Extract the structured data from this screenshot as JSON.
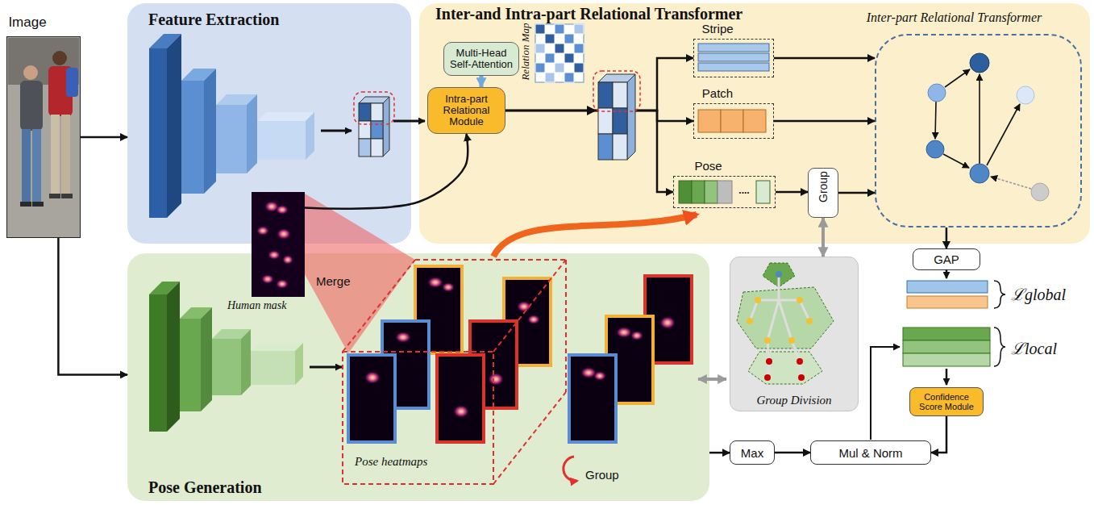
{
  "diagram": {
    "nodes": [
      {
        "text": [
          "Image"
        ]
      },
      {
        "text": [
          "Feature Extraction"
        ]
      },
      {
        "text": [
          "Inter-and Intra-part Relational Transformer"
        ]
      },
      {
        "text": [
          "Multi-Head Self-Attention"
        ],
        "in": 2
      },
      {
        "text": [
          "Intra-part Relational Module"
        ],
        "in": 2
      },
      {
        "text": [
          "Stripe"
        ],
        "in": 2
      },
      {
        "text": [
          "Patch"
        ],
        "in": 2
      },
      {
        "text": [
          "Pose",
          "...."
        ],
        "in": 2
      },
      {
        "text": [
          "Group"
        ],
        "in": 2
      },
      {
        "text": [
          "Inter-part Relational Transformer"
        ],
        "in": 2
      },
      {
        "text": [
          "Pose Generation"
        ]
      },
      {
        "text": [
          "Human mask"
        ]
      },
      {
        "text": [
          "Group Division"
        ]
      },
      {
        "text": [
          "GAP"
        ]
      },
      {
        "text": [
          "Confidence Score Module"
        ]
      },
      {
        "text": [
          "Max"
        ]
      },
      {
        "text": [
          "Mul & Norm"
        ]
      }
    ],
    "edges": [
      {
        "from": 0,
        "to": 1,
        "arrow": "to"
      },
      {
        "from": 0,
        "to": 10,
        "arrow": "to"
      },
      {
        "from": 11,
        "to": 4,
        "arrow": "to"
      },
      {
        "from": 3,
        "to": 4,
        "arrow": "to"
      },
      {
        "from": 4,
        "to": 5,
        "arrow": "to"
      },
      {
        "from": 4,
        "to": 6,
        "arrow": "to"
      },
      {
        "from": 4,
        "to": 7,
        "arrow": "to"
      },
      {
        "from": 5,
        "to": 9,
        "arrow": "to"
      },
      {
        "from": 6,
        "to": 9,
        "arrow": "to"
      },
      {
        "from": 7,
        "to": 8,
        "arrow": "to"
      },
      {
        "from": 8,
        "to": 9,
        "arrow": "to"
      },
      {
        "from": 8,
        "to": 12,
        "arrow": "both"
      },
      {
        "from": 9,
        "to": 13,
        "arrow": "to"
      },
      {
        "from": 10,
        "to": 15,
        "arrow": "to"
      },
      {
        "from": 15,
        "to": 16,
        "arrow": "to"
      },
      {
        "from": 14,
        "to": 16,
        "arrow": "to"
      }
    ],
    "labels": [
      "Relation Map",
      "Merge",
      "Pose heatmaps",
      "Group",
      "ℒglobal",
      "ℒlocal"
    ]
  }
}
